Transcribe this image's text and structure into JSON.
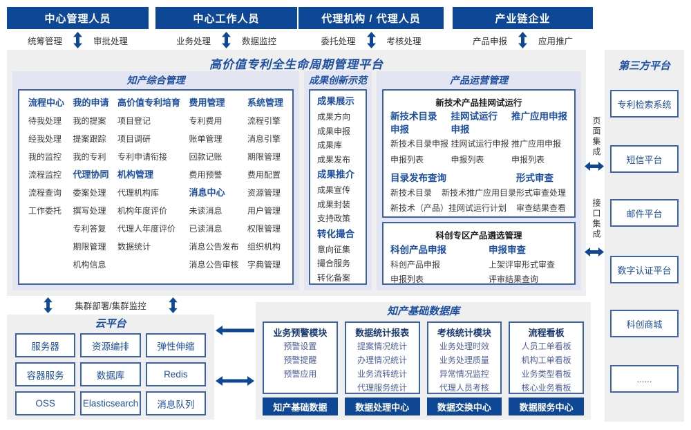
{
  "actors": [
    {
      "title": "中心管理人员",
      "left_label": "统筹管理",
      "right_label": "审批处理"
    },
    {
      "title": "中心工作人员",
      "left_label": "业务处理",
      "right_label": "数据监控"
    },
    {
      "title": "代理机构 / 代理人员",
      "left_label": "委托处理",
      "right_label": "考核处理"
    },
    {
      "title": "产业链企业",
      "left_label": "产品申报",
      "right_label": "应用推广"
    }
  ],
  "platform": {
    "title": "高价值专利全生命周期管理平台",
    "ip": {
      "title": "知产综合管理",
      "columns": [
        {
          "groups": [
            {
              "header": "流程中心",
              "items": [
                "待我处理",
                "经我处理",
                "我的监控",
                "流程监控",
                "流程查询",
                "工作委托"
              ]
            }
          ]
        },
        {
          "groups": [
            {
              "header": "我的申请",
              "items": [
                "我的提案",
                "提案跟踪",
                "我的专利"
              ]
            },
            {
              "header": "代理协同",
              "items": [
                "委案处理",
                "撰写处理",
                "专利答复",
                "期限管理",
                "机构信息"
              ]
            }
          ]
        },
        {
          "groups": [
            {
              "header": "高价值专利培育",
              "items": [
                "项目登记",
                "项目调研",
                "专利申请衔接"
              ]
            },
            {
              "header": "机构管理",
              "items": [
                "代理机构库",
                "机构年度评价",
                "代理人年度评价",
                "数据统计"
              ]
            }
          ]
        },
        {
          "groups": [
            {
              "header": "费用管理",
              "items": [
                "专利费用",
                "账单管理",
                "回款记账",
                "费用预警"
              ]
            },
            {
              "header": "消息中心",
              "items": [
                "未读消息",
                "已读消息",
                "消息公告发布",
                "消息公告审核"
              ]
            }
          ]
        },
        {
          "groups": [
            {
              "header": "系统管理",
              "items": [
                "流程引擎",
                "消息引擎",
                "期限管理",
                "费用配置",
                "资源管理",
                "用户管理",
                "权限管理",
                "组织机构",
                "字典管理"
              ]
            }
          ]
        }
      ]
    },
    "ach": {
      "title": "成果创新示范",
      "groups": [
        {
          "header": "成果展示",
          "items": [
            "成果方向",
            "成果申报",
            "成果库",
            "成果发布"
          ]
        },
        {
          "header": "成果推介",
          "items": [
            "成果宣传",
            "成果封装",
            "支持政策"
          ]
        },
        {
          "header": "转化撮合",
          "items": [
            "意向征集",
            "撮合服务",
            "转化备案"
          ]
        }
      ]
    },
    "po": {
      "title": "产品运营管理",
      "trial": {
        "title": "新技术产品挂网试运行",
        "cols": [
          {
            "header": "新技术目录申报",
            "items": [
              "新技术目录申报",
              "申报列表"
            ]
          },
          {
            "header": "挂网试运行申报",
            "items": [
              "挂网试运行申报",
              "申报列表"
            ]
          },
          {
            "header": "推广应用申报",
            "items": [
              "推广应用申报",
              "申报列表"
            ]
          }
        ],
        "catalog": {
          "header": "目录发布查询",
          "row1": [
            "新技术目录",
            "新技术推广应用目录"
          ],
          "row2": "新技术（产品）挂网试运行计划"
        },
        "review": {
          "header": "形式审查",
          "items": [
            "形式审查处理",
            "审查结果查看"
          ]
        }
      },
      "sel": {
        "title": "科创专区产品遴选管理",
        "cols": [
          {
            "header": "科创产品申报",
            "items": [
              "科创产品申报",
              "申报列表"
            ]
          },
          {
            "header": "申报审查",
            "items": [
              "上架评审形式审查",
              "评审结果查询"
            ]
          }
        ]
      }
    }
  },
  "cluster_label": "集群部署/集群监控",
  "cloud": {
    "title": "云平台",
    "items": [
      "服务器",
      "资源编排",
      "弹性伸缩",
      "容器服务",
      "数据库",
      "Redis",
      "OSS",
      "Elasticsearch",
      "消息队列"
    ]
  },
  "database": {
    "title": "知产基础数据库",
    "modules": [
      {
        "header": "业务预警模块",
        "items": [
          "预警设置",
          "预警提醒",
          "预警应用"
        ],
        "footer": "知产基础数据"
      },
      {
        "header": "数据统计报表",
        "items": [
          "提案情况统计",
          "办理情况统计",
          "业务流转统计",
          "代理服务统计"
        ],
        "footer": "数据处理中心"
      },
      {
        "header": "考核统计模块",
        "items": [
          "业务处理时效",
          "业务处理质量",
          "异常情况监控",
          "代理人员考核"
        ],
        "footer": "数据交换中心"
      },
      {
        "header": "流程看板",
        "items": [
          "人员工单看板",
          "机构工单看板",
          "业务类型看板",
          "核心业务看板"
        ],
        "footer": "数据服务中心"
      }
    ]
  },
  "third_party": {
    "title": "第三方平台",
    "items": [
      "专利检索系统",
      "短信平台",
      "邮件平台",
      "数字认证平台",
      "科创商城",
      "......"
    ]
  },
  "integration": {
    "page": "页面集成",
    "api": "接口集成"
  },
  "colors": {
    "primary_dark": "#0e4796",
    "title_blue": "#1d4fa1",
    "panel_lavender": "#e3e5f2",
    "container_gray": "#efefef",
    "border_blue": "#3b62ab"
  }
}
